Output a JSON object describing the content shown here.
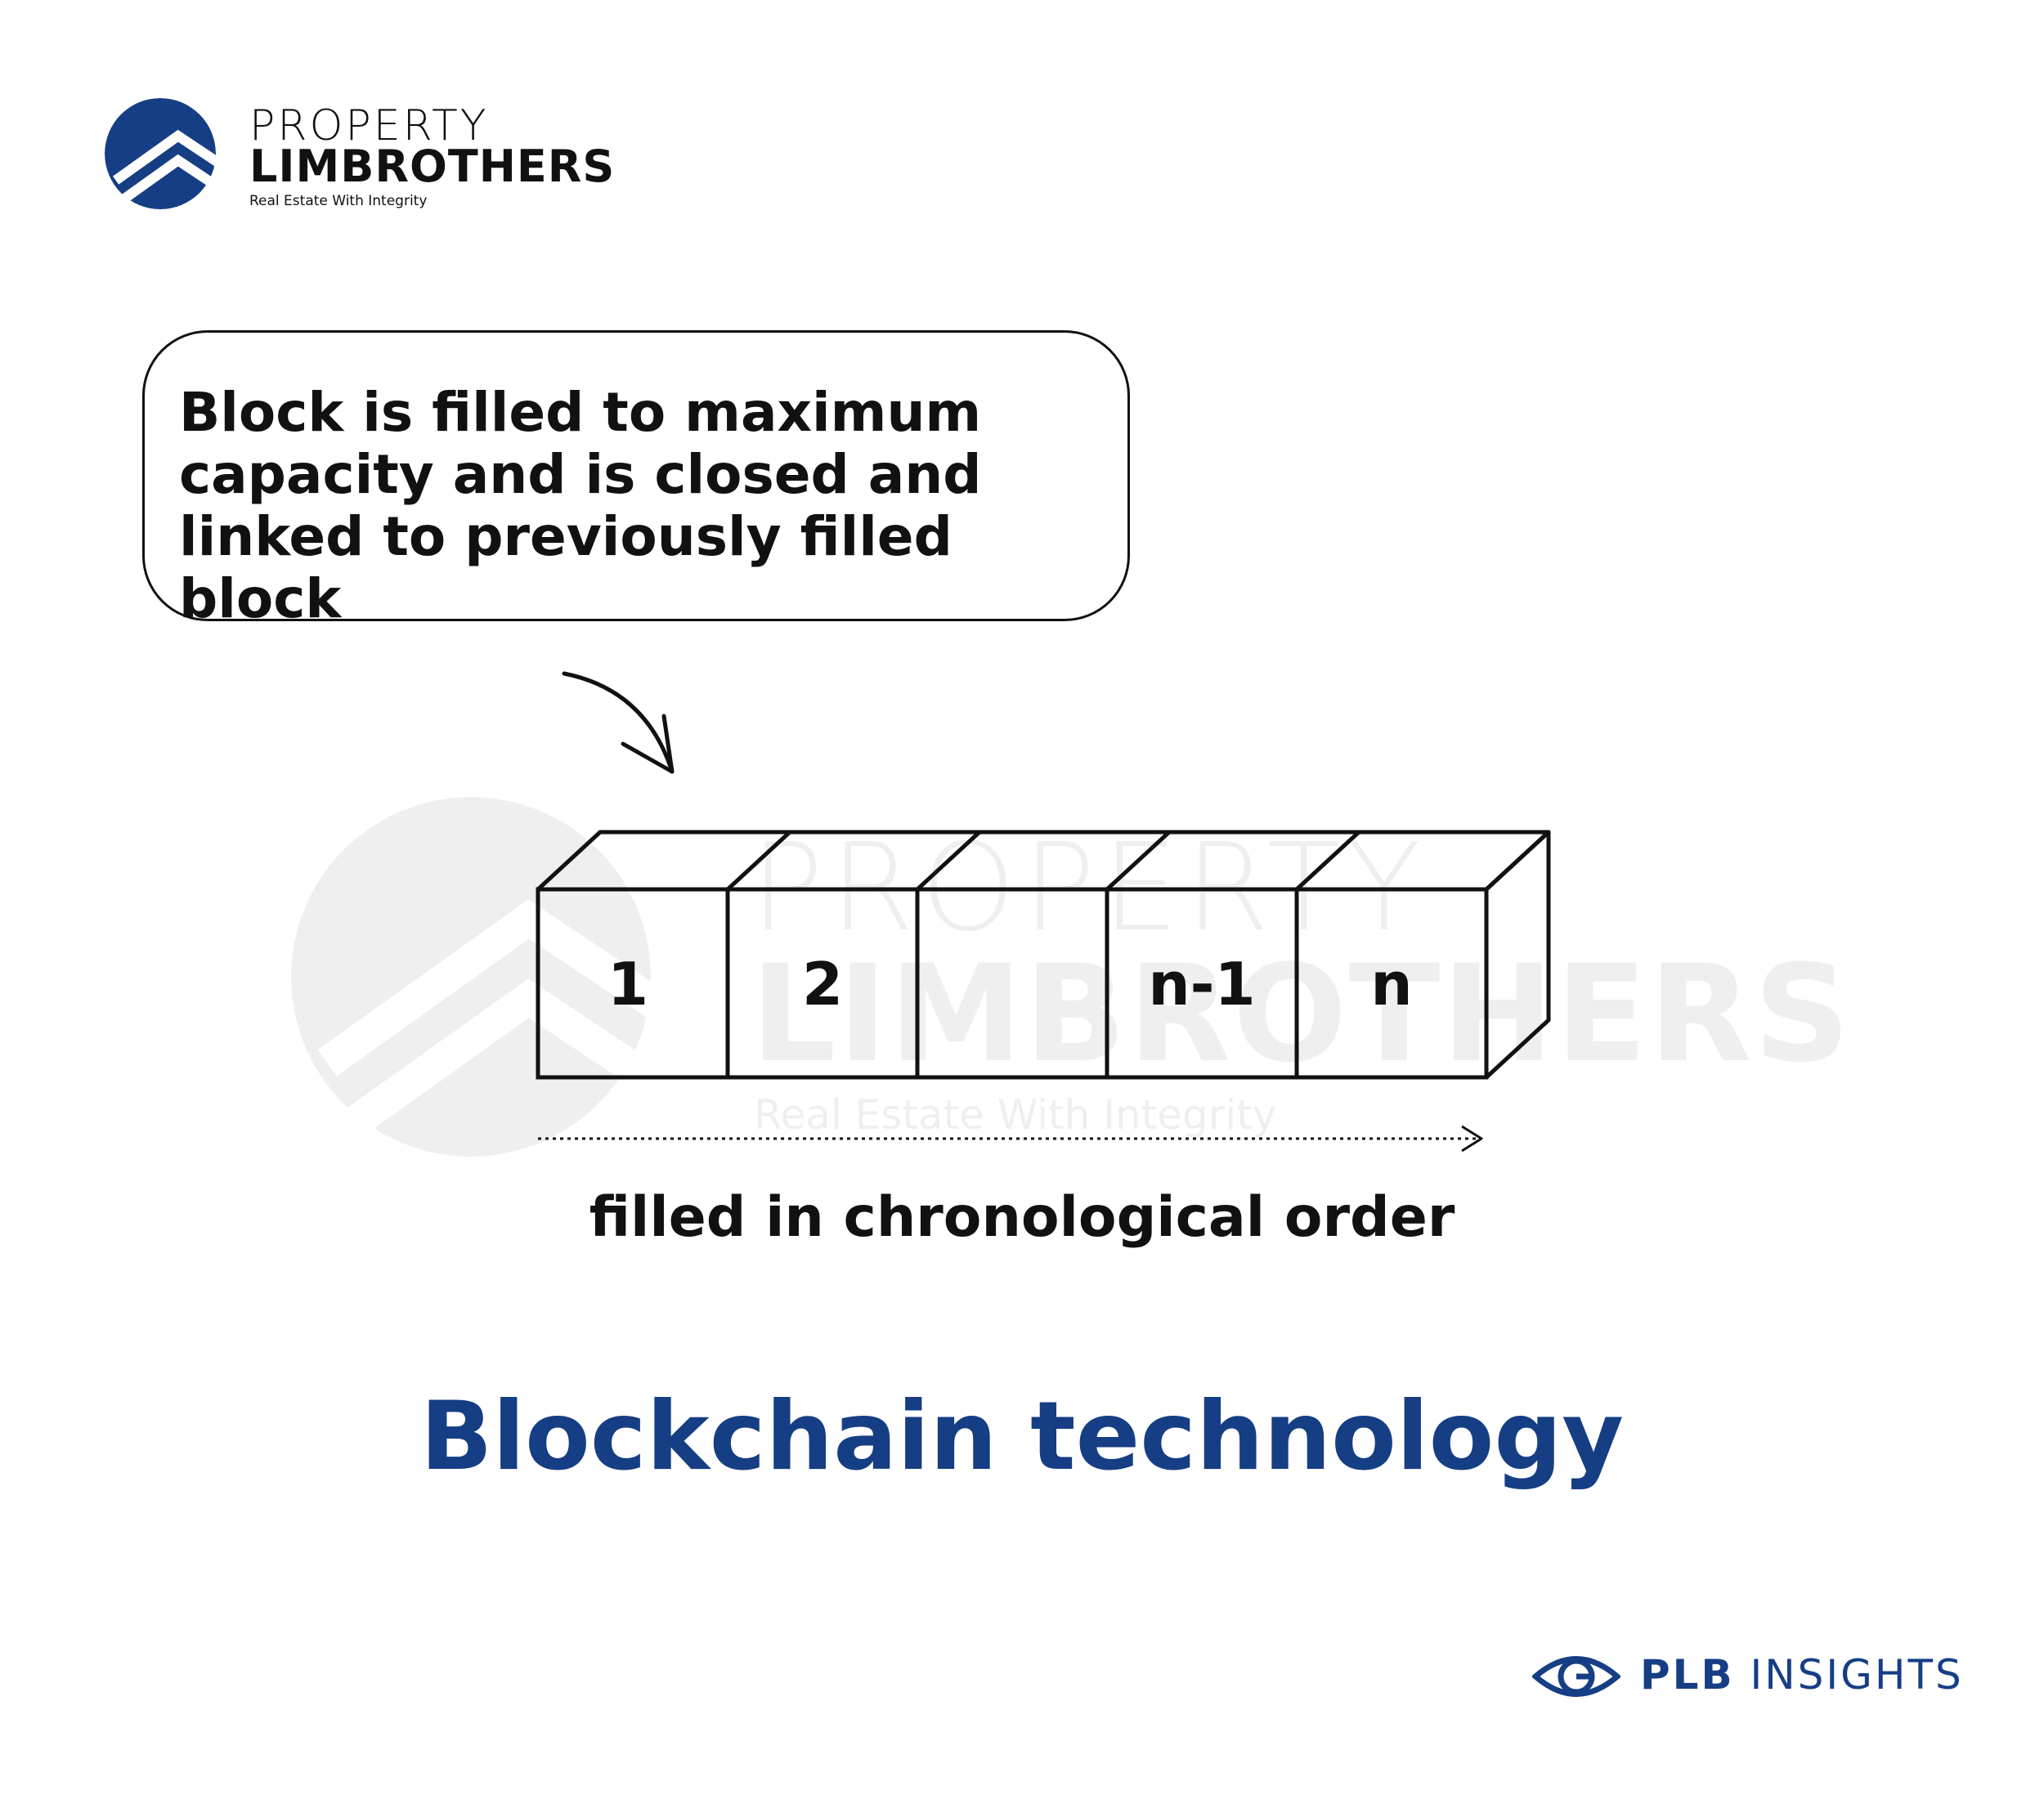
{
  "brand": {
    "line1": "PROPERTY",
    "line2": "LIMBROTHERS",
    "tagline": "Real Estate With Integrity",
    "color": "#163e84",
    "logo_icon": "roof-chevron-circle-icon"
  },
  "watermark": {
    "line1": "PROPERTY",
    "line2": "LIMBROTHERS",
    "tagline": "Real Estate With Integrity"
  },
  "callout": {
    "text": "Block is filled to maximum\ncapacity and is closed and\nlinked to previously filled block"
  },
  "blocks": [
    {
      "label": "1"
    },
    {
      "label": "2"
    },
    {
      "label": ""
    },
    {
      "label": "n-1"
    },
    {
      "label": "n"
    }
  ],
  "axis_caption": "filled in chronological order",
  "title": "Blockchain technology",
  "footer": {
    "bold": "PLB",
    "light": "INSIGHTS",
    "icon": "eye-icon"
  }
}
